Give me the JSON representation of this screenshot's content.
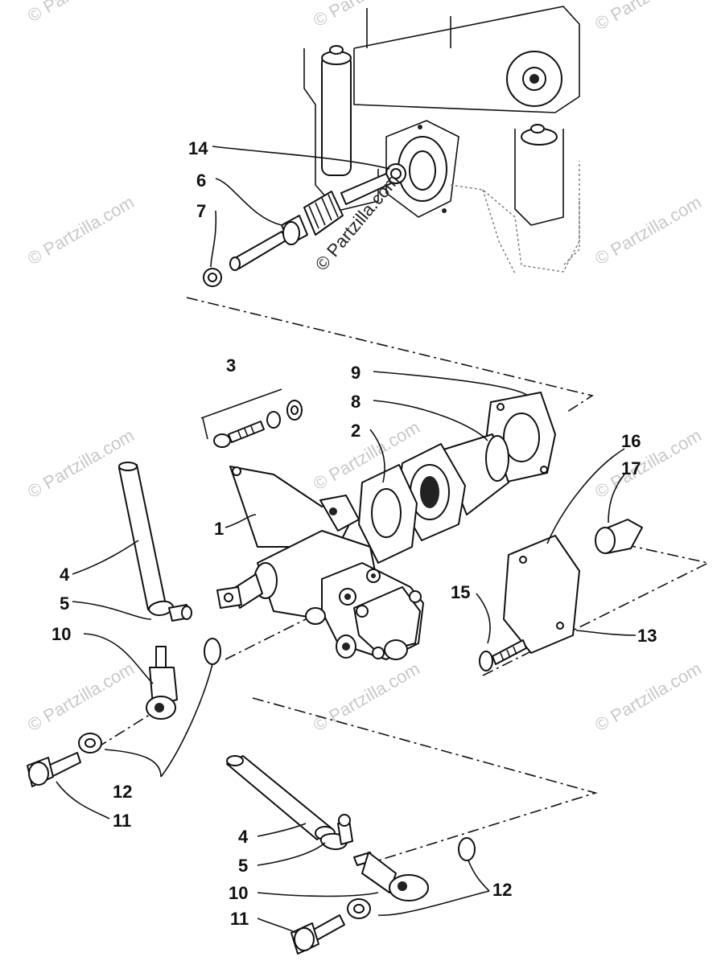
{
  "watermark": {
    "text": "© Partzilla.com",
    "color": "#c8c8c8"
  },
  "callouts": {
    "c1": "1",
    "c2": "2",
    "c3": "3",
    "c4a": "4",
    "c4b": "4",
    "c5a": "5",
    "c5b": "5",
    "c6": "6",
    "c7": "7",
    "c8": "8",
    "c9": "9",
    "c10a": "10",
    "c10b": "10",
    "c11a": "11",
    "c11b": "11",
    "c12a": "12",
    "c12b": "12",
    "c13": "13",
    "c14": "14",
    "c15": "15",
    "c16": "16",
    "c17": "17"
  }
}
